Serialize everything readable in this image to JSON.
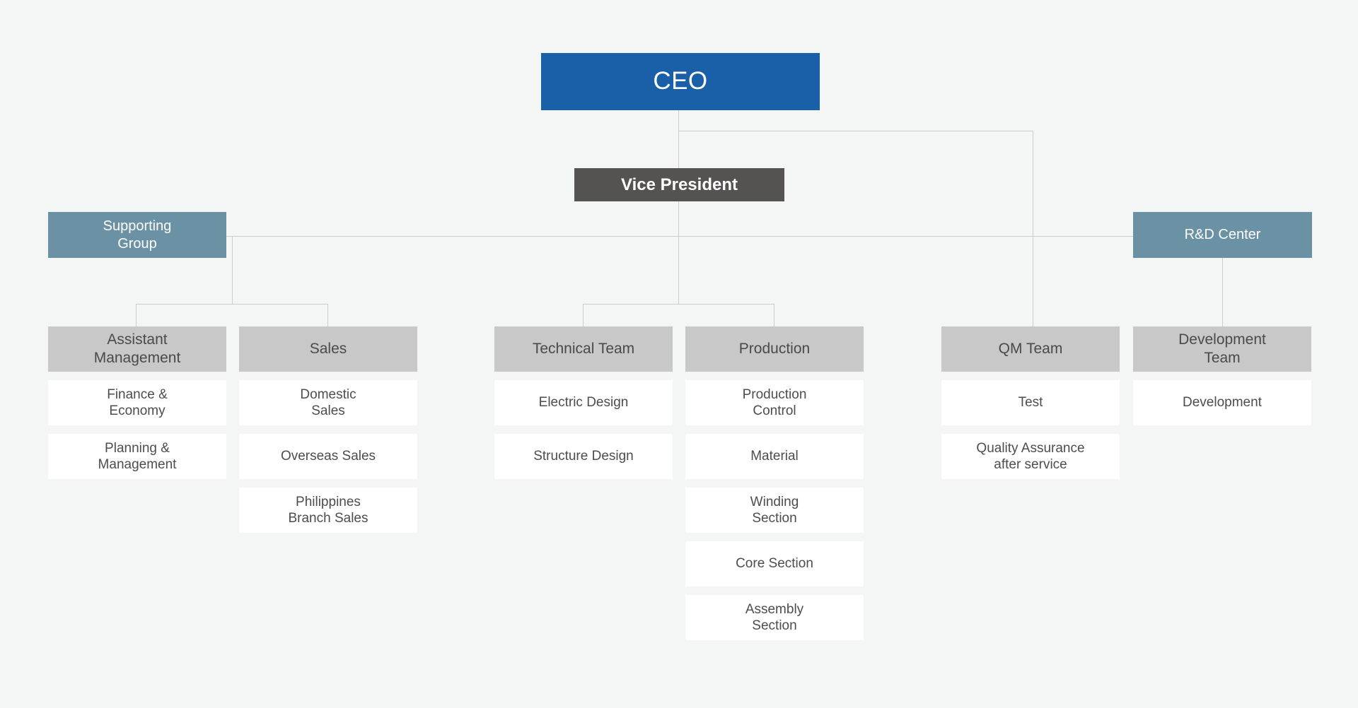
{
  "page": {
    "title": "Organization Chart",
    "background_color": "#f4f5f5",
    "connector_color": "#cccccc"
  },
  "colors": {
    "ceo": "#1a60a8",
    "vice_president": "#555351",
    "division": "#6b91a5",
    "team_header": "#c8c8c8",
    "leaf": "#ffffff",
    "leaf_text": "#4d4d4d",
    "team_text": "#4a4a4a",
    "white_text": "#ffffff"
  },
  "nodes": {
    "ceo": {
      "label": "CEO"
    },
    "vice_president": {
      "label": "Vice President"
    },
    "supporting_group": {
      "label": "Supporting\nGroup"
    },
    "rd_center": {
      "label": "R&D Center"
    }
  },
  "columns": [
    {
      "id": "assistant-management",
      "header": "Assistant\nManagement",
      "items": [
        "Finance &\nEconomy",
        "Planning &\nManagement"
      ]
    },
    {
      "id": "sales",
      "header": "Sales",
      "items": [
        "Domestic\nSales",
        "Overseas Sales",
        "Philippines\nBranch Sales"
      ]
    },
    {
      "id": "technical-team",
      "header": "Technical Team",
      "items": [
        "Electric Design",
        "Structure Design"
      ]
    },
    {
      "id": "production",
      "header": "Production",
      "items": [
        "Production\nControl",
        "Material",
        "Winding\nSection",
        "Core Section",
        "Assembly\nSection"
      ]
    },
    {
      "id": "qm-team",
      "header": "QM Team",
      "items": [
        "Test",
        "Quality Assurance\nafter service"
      ]
    },
    {
      "id": "development-team",
      "header": "Development\nTeam",
      "items": [
        "Development"
      ]
    }
  ]
}
